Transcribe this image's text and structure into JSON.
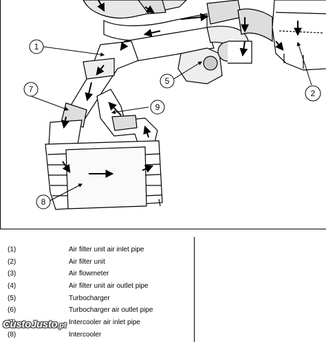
{
  "diagram": {
    "callouts": [
      {
        "number": "1"
      },
      {
        "number": "2"
      },
      {
        "number": "5"
      },
      {
        "number": "7"
      },
      {
        "number": "8"
      },
      {
        "number": "9"
      }
    ]
  },
  "legend": [
    {
      "number": "(1)",
      "text": "Air filter unit air inlet pipe"
    },
    {
      "number": "(2)",
      "text": "Air filter unit"
    },
    {
      "number": "(3)",
      "text": "Air flowmeter"
    },
    {
      "number": "(4)",
      "text": "Air filter unit air outlet pipe"
    },
    {
      "number": "(5)",
      "text": "Turbocharger"
    },
    {
      "number": "(6)",
      "text": "Turbocharger air outlet pipe"
    },
    {
      "number": "(7)",
      "text": "Intercooler air inlet pipe"
    },
    {
      "number": "(8)",
      "text": "Intercooler"
    }
  ],
  "watermark": {
    "brand": "CustoJusto",
    "ext": ".pt"
  }
}
